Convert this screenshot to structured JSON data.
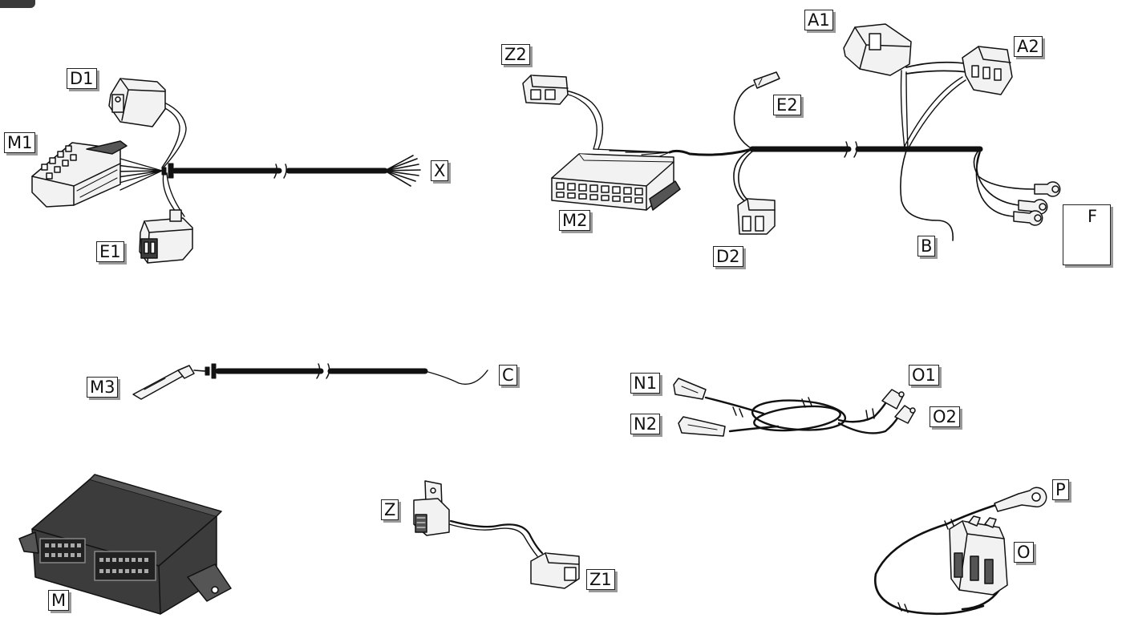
{
  "labels": {
    "D1": "D1",
    "M1": "M1",
    "E1": "E1",
    "X": "X",
    "Z2": "Z2",
    "M2": "M2",
    "E2": "E2",
    "D2": "D2",
    "A1": "A1",
    "A2": "A2",
    "B": "B",
    "F": "F",
    "M3": "M3",
    "C": "C",
    "N1": "N1",
    "N2": "N2",
    "O1": "O1",
    "O2": "O2",
    "M": "M",
    "Z": "Z",
    "Z1": "Z1",
    "P": "P",
    "O": "O"
  },
  "colors": {
    "line": "#111111",
    "connector_fill": "#f2f2f2",
    "module_fill": "#3c3c3c",
    "label_shadow": "#9a9a9a"
  },
  "icons": [
    "ground-symbol-icon"
  ]
}
